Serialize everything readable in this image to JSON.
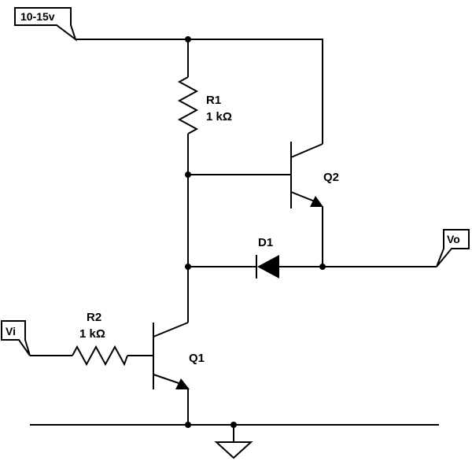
{
  "ports": {
    "supply": "10-15v",
    "input": "Vi",
    "output": "Vo"
  },
  "components": {
    "r1": {
      "ref": "R1",
      "value": "1 kΩ"
    },
    "r2": {
      "ref": "R2",
      "value": "1 kΩ"
    },
    "q1": {
      "ref": "Q1"
    },
    "q2": {
      "ref": "Q2"
    },
    "d1": {
      "ref": "D1"
    }
  }
}
